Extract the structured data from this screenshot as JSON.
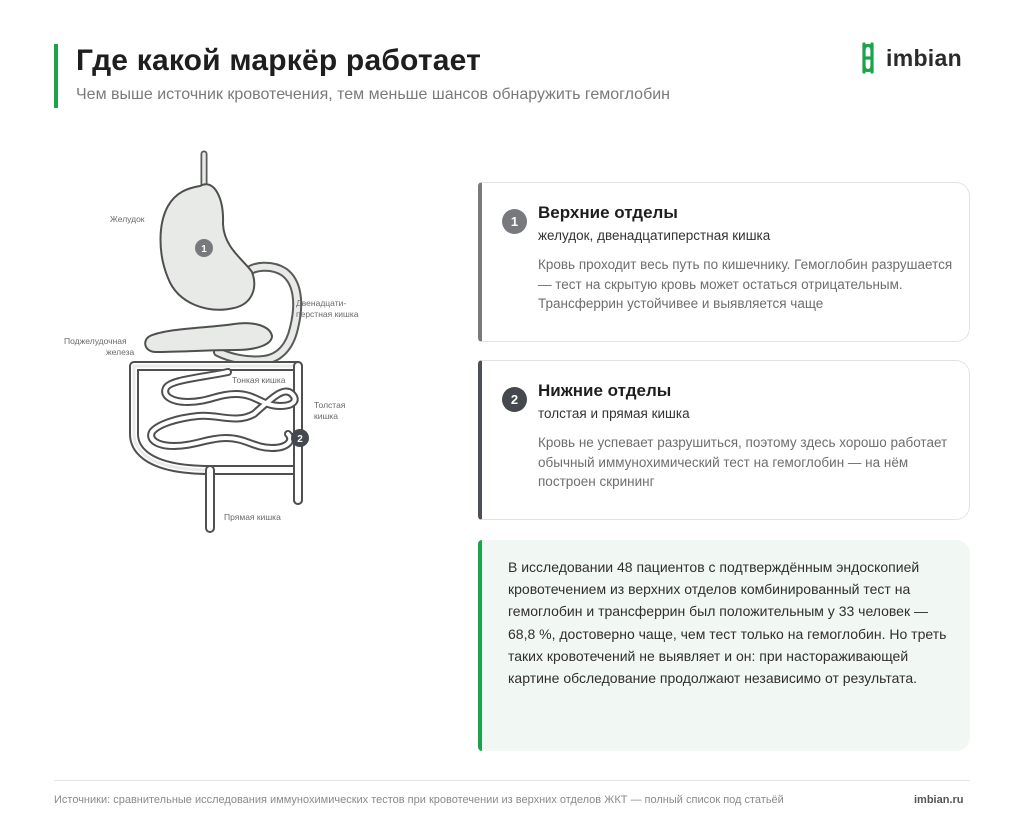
{
  "header": {
    "title": "Где какой маркёр работает",
    "subtitle": "Чем выше источник кровотечения, тем меньше шансов обнаружить гемоглобин"
  },
  "logo": {
    "text": "imbian",
    "color": "#1aa34a"
  },
  "diagram": {
    "labels": {
      "stomach": "Желудок",
      "duodenum_1": "Двенадцати-",
      "duodenum_2": "перстная кишка",
      "pancreas_1": "Поджелудочная",
      "pancreas_2": "железа",
      "small_intestine": "Тонкая кишка",
      "colon_1": "Толстая",
      "colon_2": "кишка",
      "rectum": "Прямая кишка"
    },
    "badges": [
      "1",
      "2"
    ]
  },
  "cards": [
    {
      "number": "1",
      "title": "Верхние отделы",
      "subtitle": "желудок, двенадцатиперстная кишка",
      "body": "Кровь проходит весь путь по кишечнику. Гемоглобин разрушается — тест на скрытую кровь может остаться отрицательным. Трансферрин устойчивее и выявляется чаще",
      "accent": "#7a7a7a"
    },
    {
      "number": "2",
      "title": "Нижние отделы",
      "subtitle": "толстая и прямая кишка",
      "body": "Кровь не успевает разрушиться, поэтому здесь хорошо работает обычный иммунохимический тест на гемоглобин — на нём построен скрининг",
      "accent": "#4a4f58"
    }
  ],
  "note": {
    "text": "В исследовании 48 пациентов с подтверждённым эндоскопией кровотечением из верхних отделов комбинированный тест на гемоглобин и трансферрин был положительным у 33 человек — 68,8 %, достоверно чаще, чем тест только на гемоглобин. Но треть таких кровотечений не выявляет и он: при настораживающей картине обследование продолжают независимо от результата.",
    "accent": "#1aa34a",
    "background": "#f1f7f2"
  },
  "footer": {
    "sources": "Источники: сравнительные исследования иммунохимических тестов при кровотечении из верхних отделов ЖКТ — полный список под статьёй",
    "site": "imbian.ru"
  }
}
